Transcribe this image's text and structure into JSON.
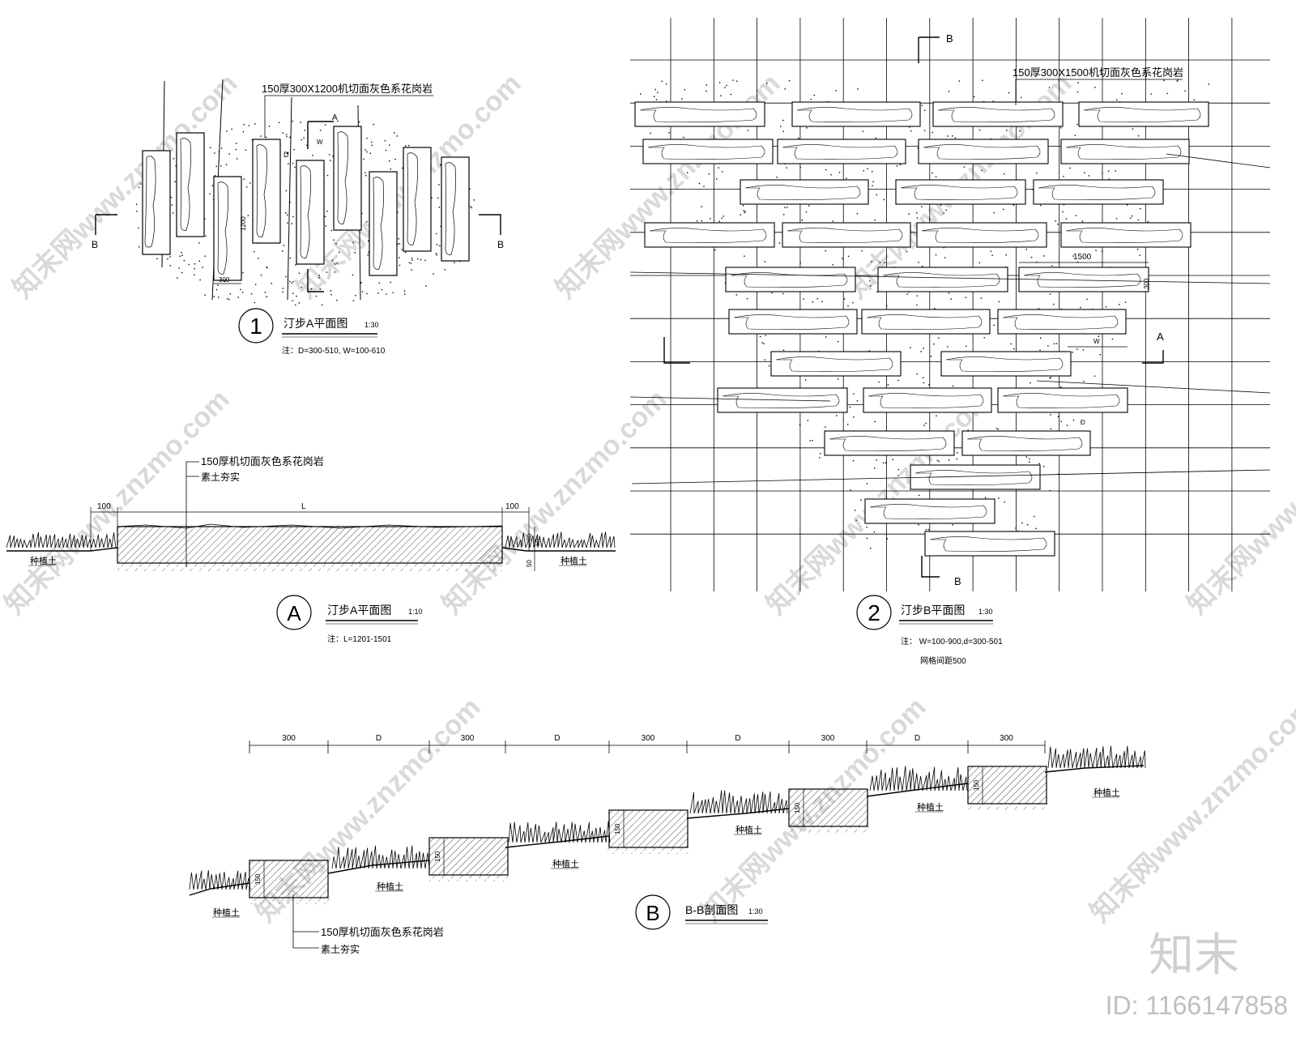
{
  "drawing1": {
    "material_label": "150厚300X1200机切面灰色系花岗岩",
    "section_mark_top": "A",
    "section_mark_left": "B",
    "section_mark_right": "B",
    "dim_gap": "D",
    "dim_width": "W",
    "dim_stone_w": "300",
    "dim_stone_h": "1200",
    "number": "1",
    "title": "汀步A平面图",
    "scale": "1:30",
    "note": "注：D=300-510, W=100-610"
  },
  "drawingA": {
    "label_stone": "150厚机切面灰色系花岗岩",
    "label_soil": "素土夯实",
    "dim_left": "100",
    "dim_mid": "L",
    "dim_right": "100",
    "dim_30": "30",
    "dim_50a": "50",
    "dim_50b": "50",
    "planting_soil": "种植土",
    "number": "A",
    "title": "汀步A平面图",
    "scale": "1:10",
    "note": "注：L=1201-1501"
  },
  "drawing2": {
    "material_label": "150厚300X1500机切面灰色系花岗岩",
    "section_mark_top": "B",
    "section_mark_bottom": "B",
    "section_mark_right": "A",
    "dim_1500": "1500",
    "dim_300": "300",
    "dim_w": "W",
    "dim_d": "D",
    "number": "2",
    "title": "汀步B平面图",
    "scale": "1:30",
    "note1": "注：  W=100-900,d=300-501",
    "note2": "网格间距500"
  },
  "drawingB": {
    "dims": [
      "300",
      "D",
      "300",
      "D",
      "300",
      "D",
      "300",
      "D",
      "300"
    ],
    "dim_150": "150",
    "planting_soil": "种植土",
    "label_stone": "150厚机切面灰色系花岗岩",
    "label_soil": "素土夯实",
    "number": "B",
    "title": "B-B剖面图",
    "scale": "1:30"
  },
  "watermark": {
    "site": "知末网www.znzmo.com",
    "logo": "知末",
    "id": "ID: 1166147858"
  }
}
